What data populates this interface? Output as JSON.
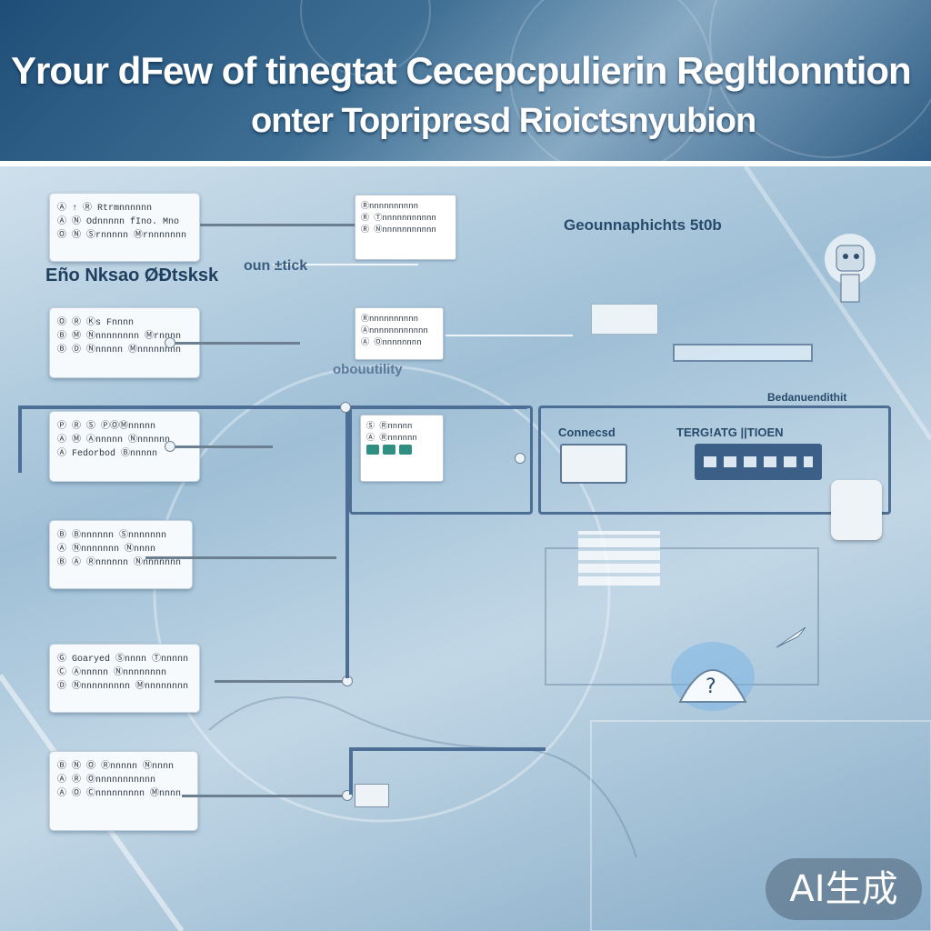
{
  "header": {
    "title_line1": "Yrour dFew of tinegtat Cecepcpulierin Regltlonntion",
    "title_line2": "onter Topripresd Rioictsnyubion"
  },
  "labels": {
    "left_caption": "Eño Nksao ØĐtsksk",
    "left_caption_extra": "oun ±tick",
    "top_right": "Geounnaphichts 5t0b",
    "middle_mid": "obouutility",
    "frame_right_a": "Connecsd",
    "frame_right_b": "TERG!ATG ||TIOEN",
    "right_tag": "Bedanuendithit"
  },
  "left_cards": [
    {
      "rows": [
        "Ⓐ ↑ Ⓡ Rtrmnnnnnn",
        "Ⓐ Ⓝ Odnnnnn fIno. Mno",
        "Ⓞ Ⓝ Ⓢrnnnnn Ⓜrnnnnnnn"
      ]
    },
    {
      "rows": [
        "Ⓞ Ⓡ Ⓚs Fnnnn",
        "Ⓑ Ⓜ Ⓝnnnnnnnn Ⓜrnnnn",
        "Ⓑ Ⓓ Ⓝnnnnn Ⓜnnnnnnnn"
      ]
    },
    {
      "rows": [
        "Ⓟ Ⓡ Ⓢ ⓅⓄⓂnnnnn",
        "Ⓐ Ⓜ Ⓐnnnnn Ⓝnnnnnn",
        "Ⓐ Fedorbod Ⓑnnnnn"
      ]
    },
    {
      "rows": [
        "Ⓑ Ⓑnnnnnn Ⓢnnnnnnn",
        "Ⓐ Ⓝnnnnnnn Ⓝnnnn",
        "Ⓑ Ⓐ Ⓡnnnnnn Ⓝnnnnnnn"
      ]
    },
    {
      "rows": [
        "Ⓖ Goaryed Ⓢnnnn Ⓣnnnnn",
        "Ⓒ Ⓐnnnnn Ⓝnnnnnnnn",
        "Ⓓ Ⓝnnnnnnnnn Ⓜnnnnnnnn"
      ]
    },
    {
      "rows": [
        "Ⓑ Ⓝ Ⓞ Ⓡnnnnn Ⓝnnnn",
        "Ⓐ Ⓡ Ⓞnnnnnnnnnnn",
        "Ⓐ Ⓞ Ⓒnnnnnnnnn Ⓜnnnn"
      ]
    }
  ],
  "mid_cards": [
    {
      "rows": [
        "Ⓡnnnnnnnnnn",
        "Ⓡ Ⓣnnnnnnnnnnn",
        "Ⓡ Ⓝnnnnnnnnnnn"
      ]
    },
    {
      "rows": [
        "Ⓡnnnnnnnnnn",
        "Ⓐnnnnnnnnnnnn",
        "Ⓐ Ⓞnnnnnnnn"
      ]
    },
    {
      "rows": [
        "Ⓢ Ⓡnnnnn",
        "Ⓐ Ⓡnnnnnn"
      ]
    }
  ],
  "badge": {
    "text": "AI生成"
  }
}
